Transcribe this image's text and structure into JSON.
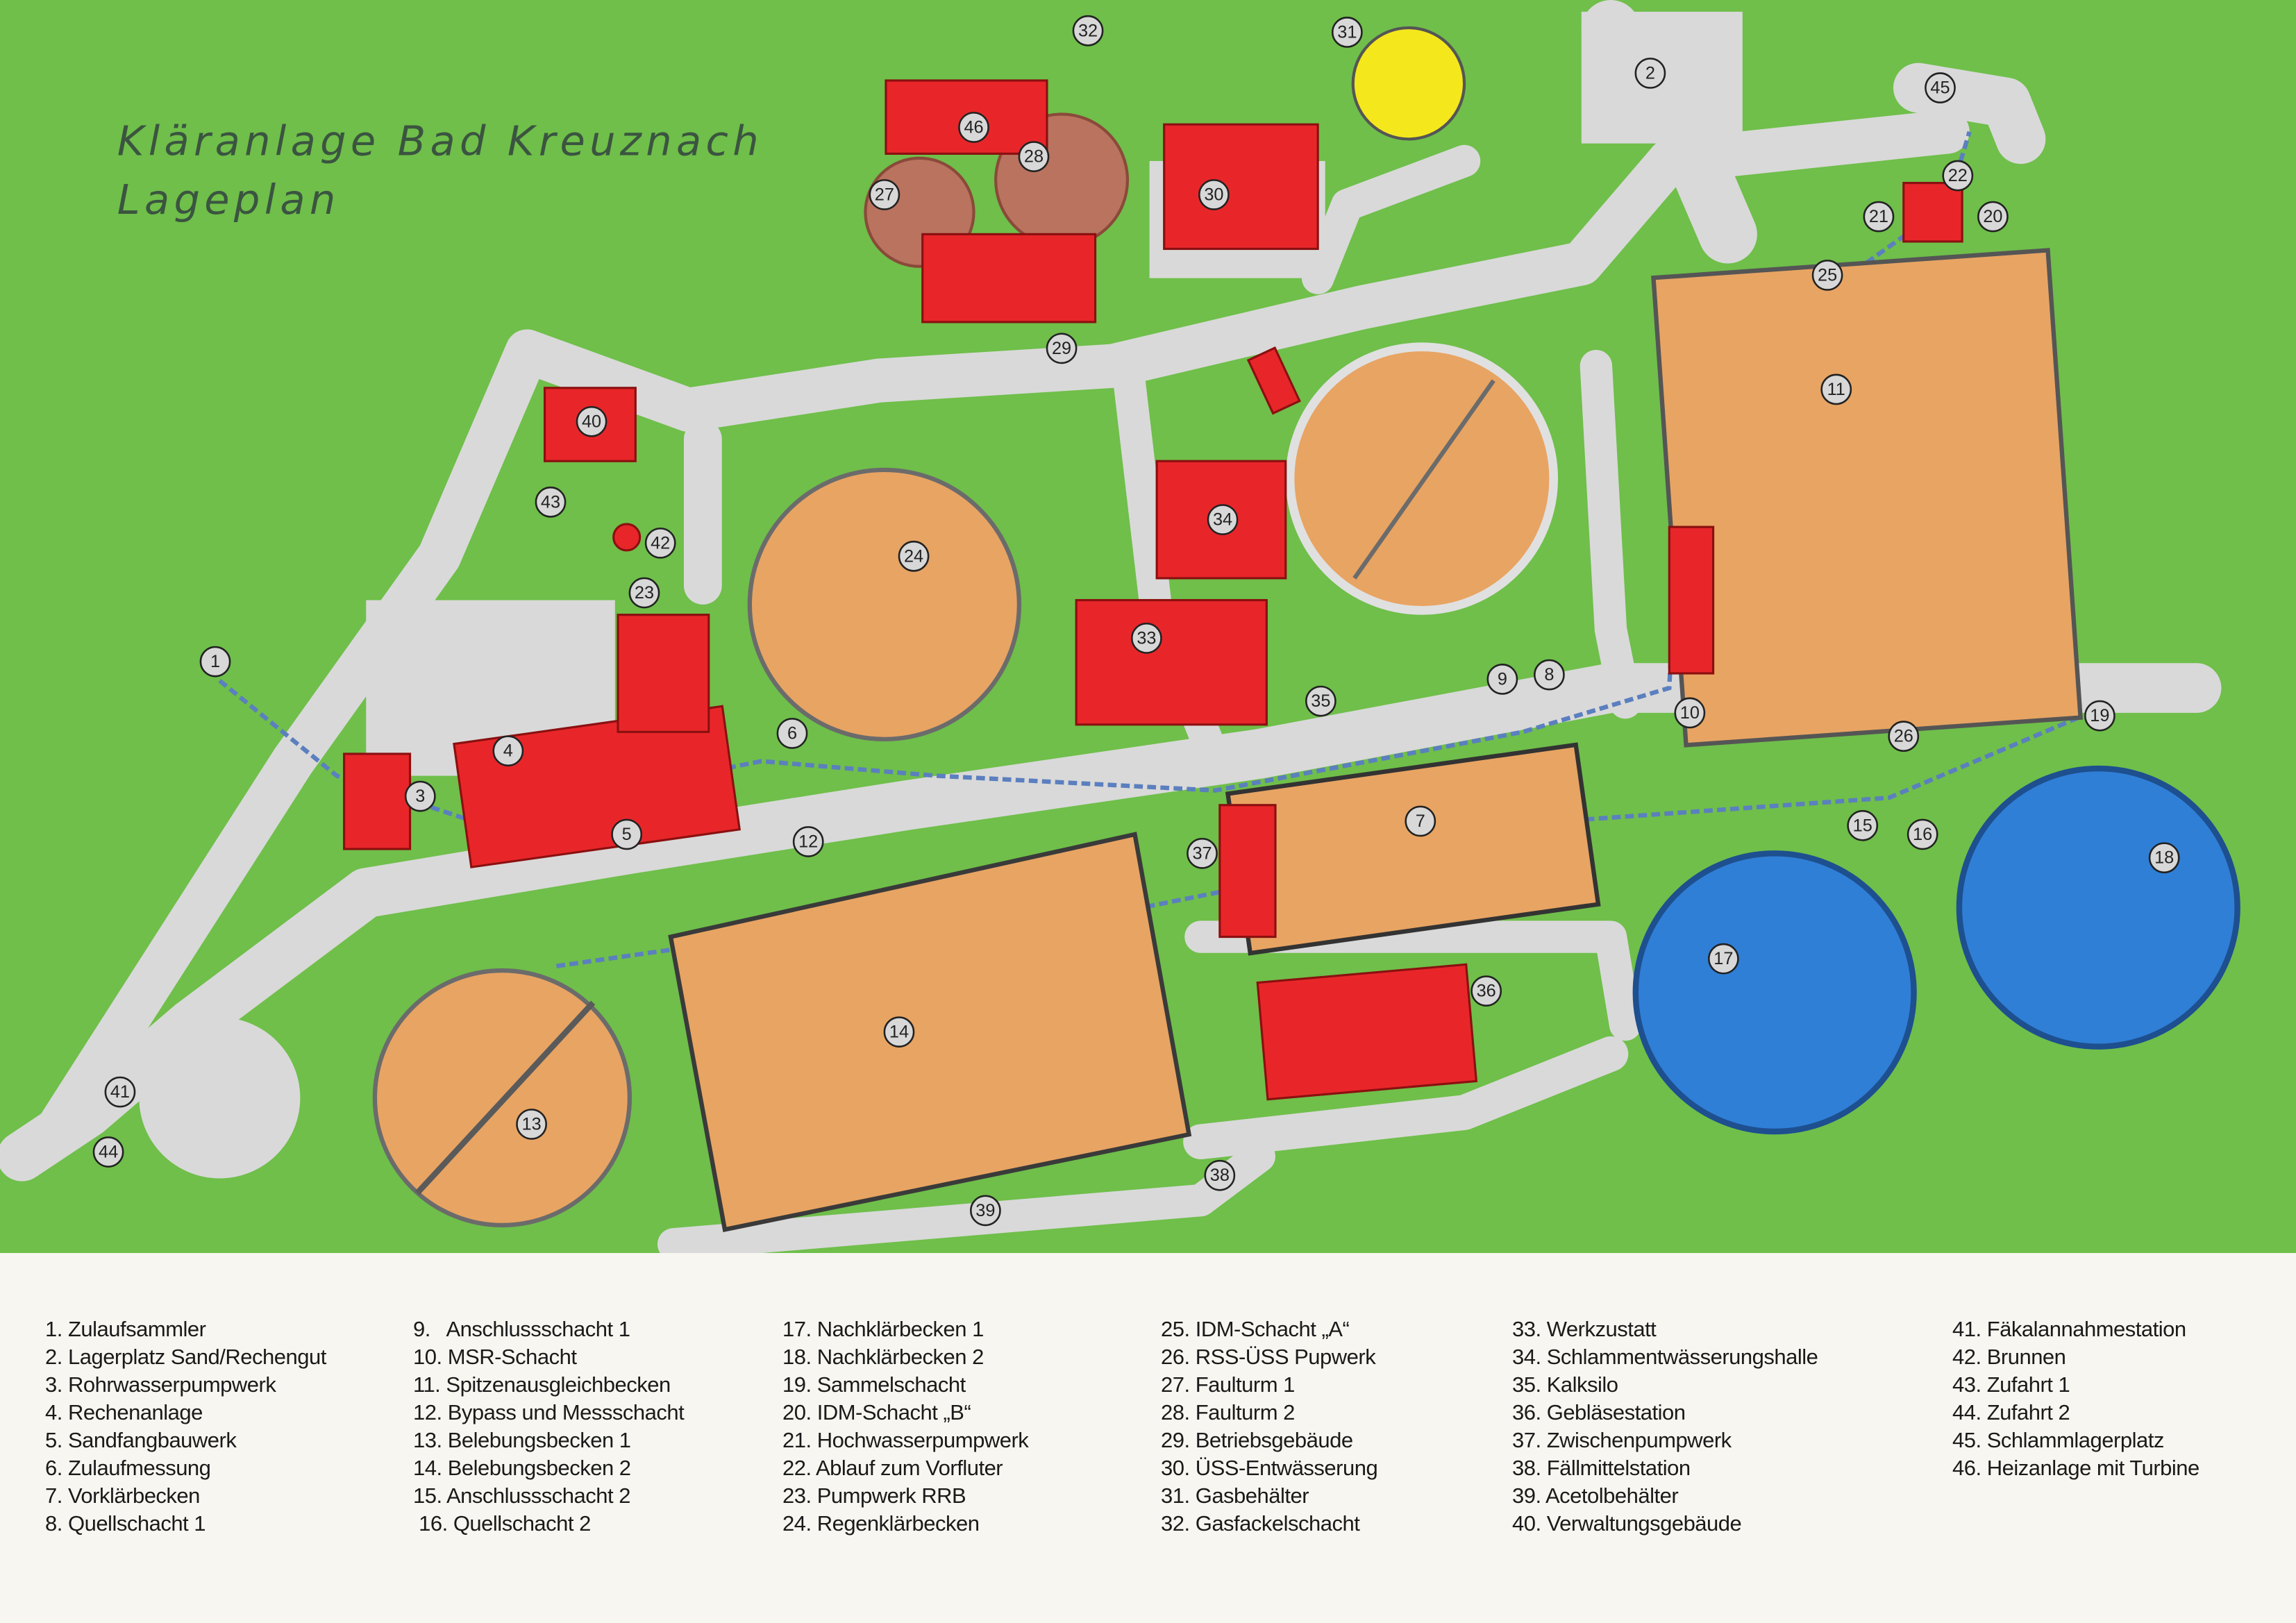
{
  "map": {
    "title_line1": "Kläranlage Bad Kreuznach",
    "title_line2": "Lageplan",
    "marker_labels": [
      "1",
      "2",
      "3",
      "4",
      "5",
      "6",
      "7",
      "8",
      "9",
      "10",
      "11",
      "12",
      "13",
      "14",
      "15",
      "16",
      "17",
      "18",
      "19",
      "20",
      "21",
      "22",
      "23",
      "24",
      "25",
      "26",
      "27",
      "28",
      "29",
      "30",
      "31",
      "32",
      "33",
      "34",
      "35",
      "36",
      "37",
      "38",
      "39",
      "40",
      "41",
      "42",
      "43",
      "44",
      "45",
      "46"
    ],
    "colors": {
      "grass": "#6fbf4a",
      "road": "#d9d9d9",
      "basin": "#e8a463",
      "building": "#e8262a",
      "clarifier": "#2f7fd6",
      "digester": "#b9735f",
      "gasholder": "#f4e81c"
    }
  },
  "legend": {
    "columns": [
      [
        "1. Zulaufsammler",
        "2. Lagerplatz Sand/Rechengut",
        "3. Rohrwasserpumpwerk",
        "4. Rechenanlage",
        "5. Sandfangbauwerk",
        "6. Zulaufmessung",
        "7. Vorklärbecken",
        "8. Quellschacht 1"
      ],
      [
        "9.   Anschlussschacht 1",
        "10. MSR-Schacht",
        "11. Spitzenausgleichbecken",
        "12. Bypass und Messschacht",
        "13. Belebungsbecken 1",
        "14. Belebungsbecken 2",
        "15. Anschlussschacht 2",
        " 16. Quellschacht 2"
      ],
      [
        "17. Nachklärbecken 1",
        "18. Nachklärbecken 2",
        "19. Sammelschacht",
        "20. IDM-Schacht „B“",
        "21. Hochwasserpumpwerk",
        "22. Ablauf zum Vorfluter",
        "23. Pumpwerk RRB",
        "24. Regenklärbecken"
      ],
      [
        "25. IDM-Schacht „A“",
        "26. RSS-ÜSS Pupwerk",
        "27. Faulturm 1",
        "28. Faulturm 2",
        "29. Betriebsgebäude",
        "30. ÜSS-Entwässerung",
        "31. Gasbehälter",
        "32. Gasfackelschacht"
      ],
      [
        "33. Werkzustatt",
        "34. Schlammentwässerungshalle",
        "35. Kalksilo",
        "36. Gebläsestation",
        "37. Zwischenpumpwerk",
        "38. Fällmittelstation",
        "39. Acetolbehälter",
        "40. Verwaltungsgebäude"
      ],
      [
        "41. Fäkalannahmestation",
        "42. Brunnen",
        "43. Zufahrt 1",
        "44. Zufahrt 2",
        "45. Schlammlagerplatz",
        "46. Heizanlage mit Turbine"
      ]
    ]
  }
}
